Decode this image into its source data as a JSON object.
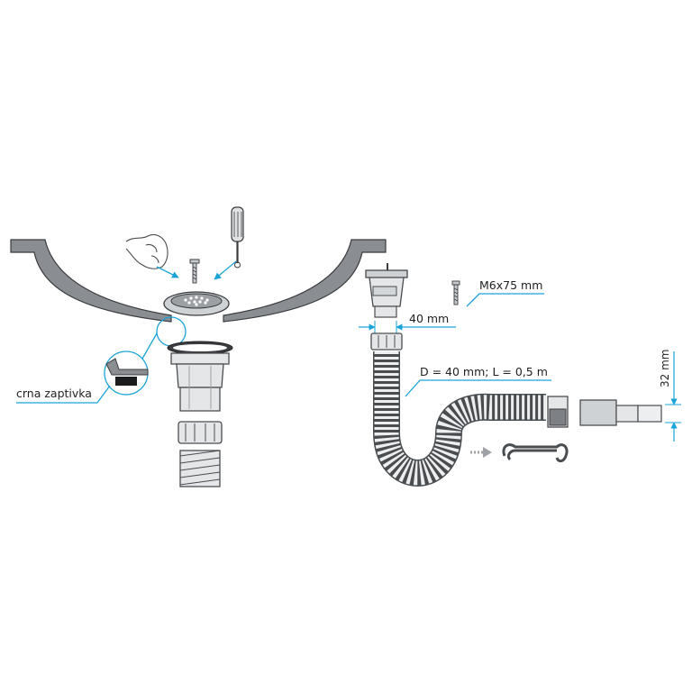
{
  "colors": {
    "leader": "#1aa3d9",
    "outline": "#4a4d50",
    "sink": "#8a8d91",
    "part_fill": "#e4e6e8",
    "dark": "#3a3c3f"
  },
  "icons": [
    "hand-icon",
    "screwdriver-icon",
    "screw-icon",
    "arrow-icon"
  ],
  "labels": {
    "gasket": "crna zaptivka",
    "screw": "M6x75 mm",
    "tail_width": "40 mm",
    "hose": "D = 40 mm; L = 0,5 m",
    "connector": "32 mm"
  }
}
